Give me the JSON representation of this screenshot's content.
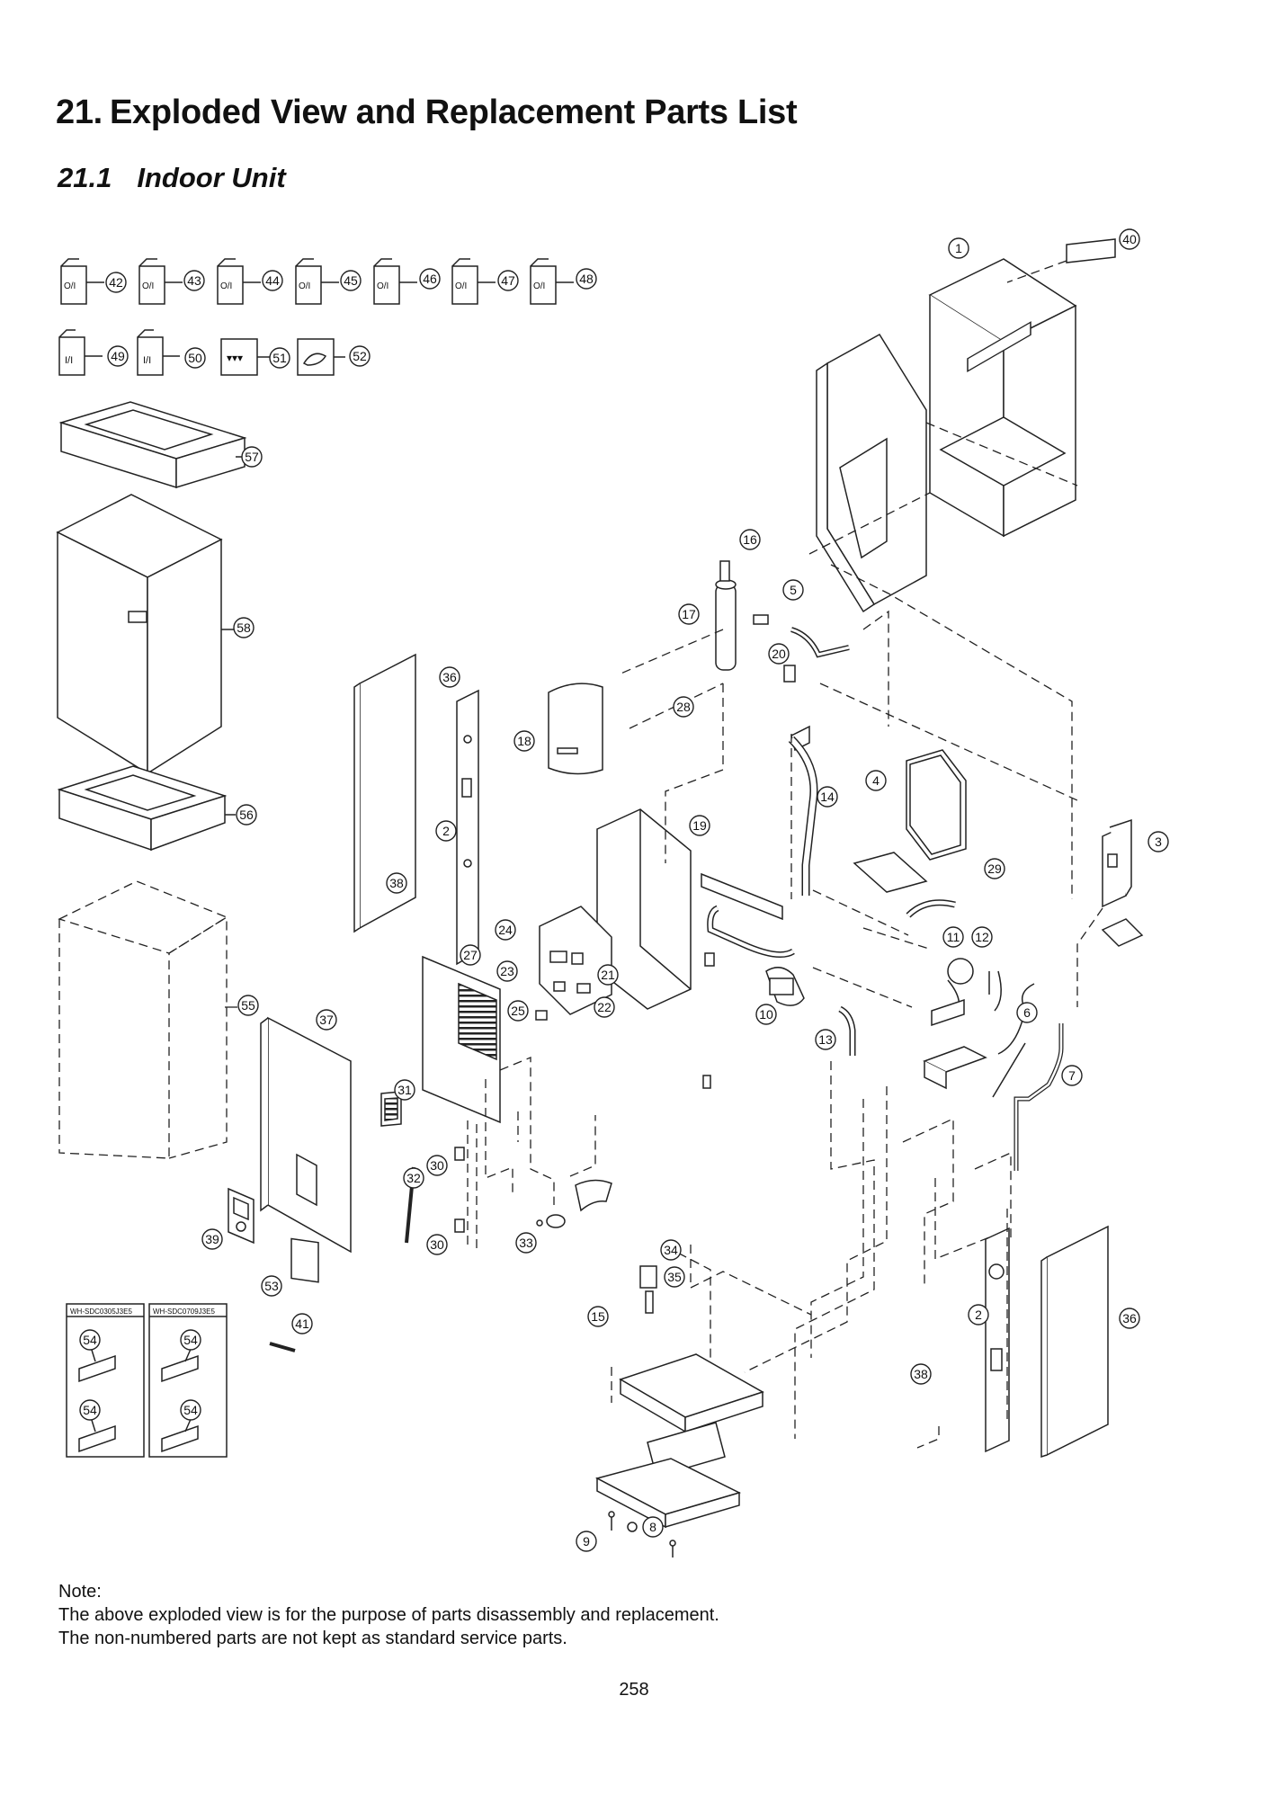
{
  "heading": {
    "number": "21.",
    "title": "Exploded View and Replacement Parts List"
  },
  "subheading": {
    "number": "21.1",
    "title": "Indoor Unit"
  },
  "manual_labels": {
    "operating": "O/I",
    "installation": "I/I",
    "kit_label_a": "WH-SDC0305J3E5",
    "kit_label_b": "WH-SDC0709J3E5"
  },
  "callouts": [
    "1",
    "2",
    "3",
    "4",
    "5",
    "6",
    "7",
    "8",
    "9",
    "10",
    "11",
    "12",
    "13",
    "14",
    "15",
    "16",
    "17",
    "18",
    "19",
    "20",
    "21",
    "22",
    "23",
    "24",
    "25",
    "27",
    "28",
    "29",
    "30",
    "31",
    "32",
    "33",
    "34",
    "35",
    "36",
    "37",
    "38",
    "39",
    "40",
    "41",
    "42",
    "43",
    "44",
    "45",
    "46",
    "47",
    "48",
    "49",
    "50",
    "51",
    "52",
    "53",
    "54",
    "55",
    "56",
    "57",
    "58"
  ],
  "note": {
    "label": "Note:",
    "line1": "The above exploded view is for the purpose of parts disassembly and replacement.",
    "line2": "The non-numbered parts are not kept as standard service parts."
  },
  "page_number": "258"
}
